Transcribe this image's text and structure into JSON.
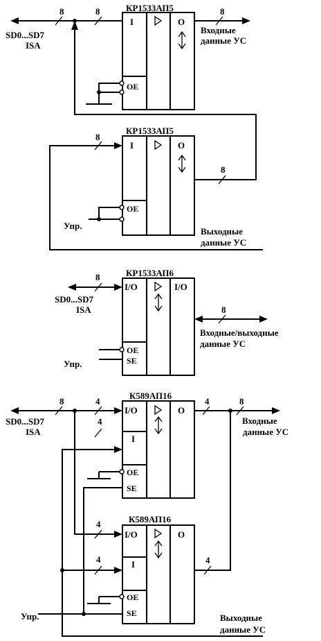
{
  "bus_width_8": "8",
  "bus_width_4": "4",
  "sd_label": "SD0...SD7",
  "isa_label": "ISA",
  "input_data_l1": "Входные",
  "output_data_l1": "Выходные",
  "io_data_l1": "Входные/выходные",
  "data_us_l2": "данные УС",
  "upr_label": "Упр.",
  "chip_ap5": "КР1533АП5",
  "chip_ap6": "КР1533АП6",
  "chip_ap16": "К589АП16",
  "pin_i": "I",
  "pin_o": "O",
  "pin_io": "I/O",
  "pin_oe": "OE",
  "pin_se": "SE"
}
